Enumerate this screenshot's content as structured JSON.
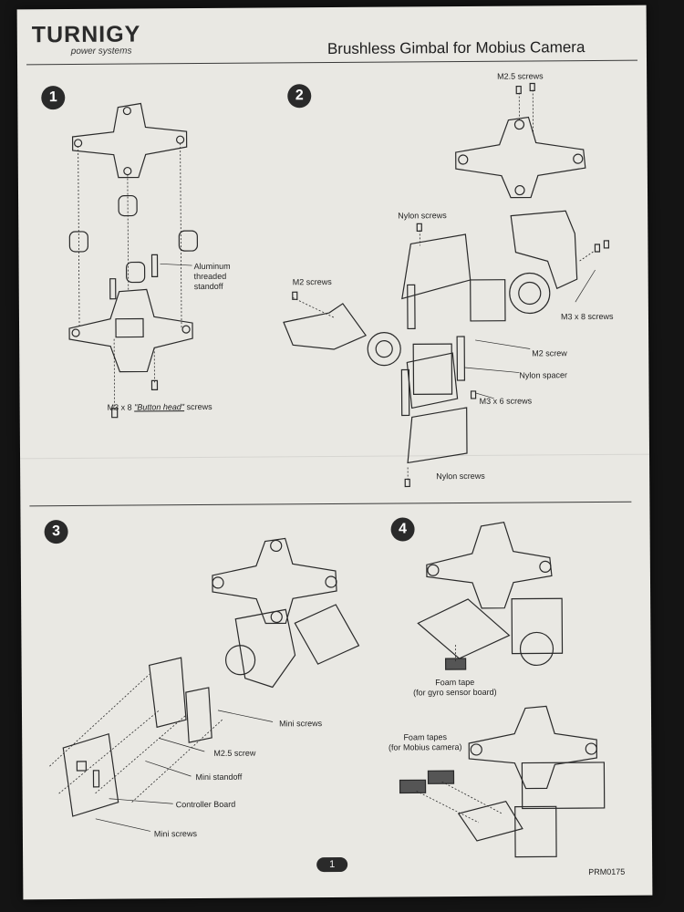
{
  "header": {
    "brand": "TURNIGY",
    "brand_sub": "power systems",
    "title": "Brushless Gimbal for Mobius Camera"
  },
  "steps": [
    {
      "number": "1"
    },
    {
      "number": "2"
    },
    {
      "number": "3"
    },
    {
      "number": "4"
    }
  ],
  "labels": {
    "aluminum_standoff": "Aluminum\nthreaded\nstandoff",
    "button_head_screws_prefix": "M3 x 8 ",
    "button_head_screws_emph": "\"Button head\"",
    "button_head_screws_suffix": " screws",
    "m25_screws": "M2.5 screws",
    "nylon_screws_top": "Nylon screws",
    "m2_screws": "M2 screws",
    "m3x8_screws": "M3 x 8 screws",
    "m2_screw": "M2 screw",
    "nylon_spacer": "Nylon spacer",
    "m3x6_screws": "M3 x 6 screws",
    "nylon_screws_bottom": "Nylon screws",
    "mini_screws_right": "Mini screws",
    "m25_screw": "M2.5 screw",
    "mini_standoff": "Mini standoff",
    "controller_board": "Controller Board",
    "mini_screws_bottom": "Mini screws",
    "foam_tape": "Foam tape\n(for gyro sensor board)",
    "foam_tapes": "Foam tapes\n(for Mobius camera)"
  },
  "footer": {
    "page_number": "1",
    "doc_code": "PRM0175"
  },
  "colors": {
    "paper": "#e9e8e3",
    "ink": "#2a2a2a",
    "background": "#141414"
  },
  "icons": [
    "cross-plate-icon",
    "damper-icon",
    "motor-icon",
    "bracket-icon",
    "screw-icon",
    "controller-board-icon"
  ]
}
